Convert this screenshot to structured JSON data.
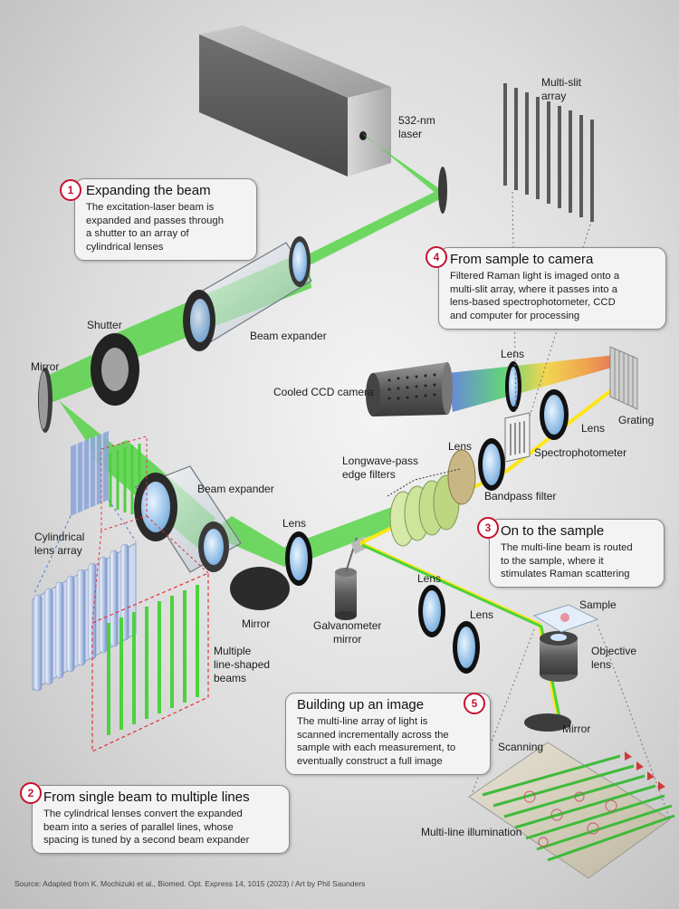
{
  "colors": {
    "laser_green": "#4cd23c",
    "raman_yellow": "#ffe600",
    "callout_red": "#c4122f",
    "dashed_red": "#e0303a",
    "dashed_blue": "#4a7fd0"
  },
  "labels": {
    "laser": "532-nm\nlaser",
    "multi_slit": "Multi-slit\narray",
    "shutter": "Shutter",
    "beam_expander_1": "Beam expander",
    "mirror_left": "Mirror",
    "cooled_ccd": "Cooled CCD camera",
    "lens_spectro": "Lens",
    "lens_grating": "Lens",
    "grating": "Grating",
    "lens_filter": "Lens",
    "spectrophotometer": "Spectrophotometer",
    "longwave_filters": "Longwave-pass\nedge filters",
    "bandpass_filter": "Bandpass filter",
    "beam_expander_2": "Beam expander",
    "cylindrical_lens_array": "Cylindrical\nlens array",
    "lens_galvo": "Lens",
    "mirror_bottom": "Mirror",
    "galvanometer_mirror": "Galvanometer\nmirror",
    "lens_mid": "Lens",
    "lens_lower": "Lens",
    "sample": "Sample",
    "objective_lens": "Objective\nlens",
    "mirror_right": "Mirror",
    "multiple_beams": "Multiple\nline-shaped\nbeams",
    "scanning": "Scanning",
    "multi_line_illumination": "Multi-line illumination"
  },
  "callouts": [
    {
      "number": "1",
      "title": "Expanding the beam",
      "body": "The excitation-laser beam is\nexpanded and passes through\na shutter to an array of\ncylindrical lenses"
    },
    {
      "number": "2",
      "title": "From single beam to multiple lines",
      "body": "The cylindrical lenses convert the expanded\nbeam into a series of parallel lines, whose\nspacing is tuned by a second beam expander"
    },
    {
      "number": "3",
      "title": "On to the sample",
      "body": "The multi-line beam is routed\nto the sample, where it\nstimulates Raman scattering"
    },
    {
      "number": "4",
      "title": "From sample to camera",
      "body": "Filtered Raman light is imaged onto a\nmulti-slit array, where it passes into a\nlens-based spectrophotometer, CCD\nand computer for processing"
    },
    {
      "number": "5",
      "title": "Building up an image",
      "body": "The multi-line array of light is\nscanned incrementally across the\nsample with each measurement, to\neventually construct a full image"
    }
  ],
  "source": "Source: Adapted from K. Mochizuki et al., Biomed. Opt. Express 14, 1015 (2023) / Art by Phil Saunders"
}
